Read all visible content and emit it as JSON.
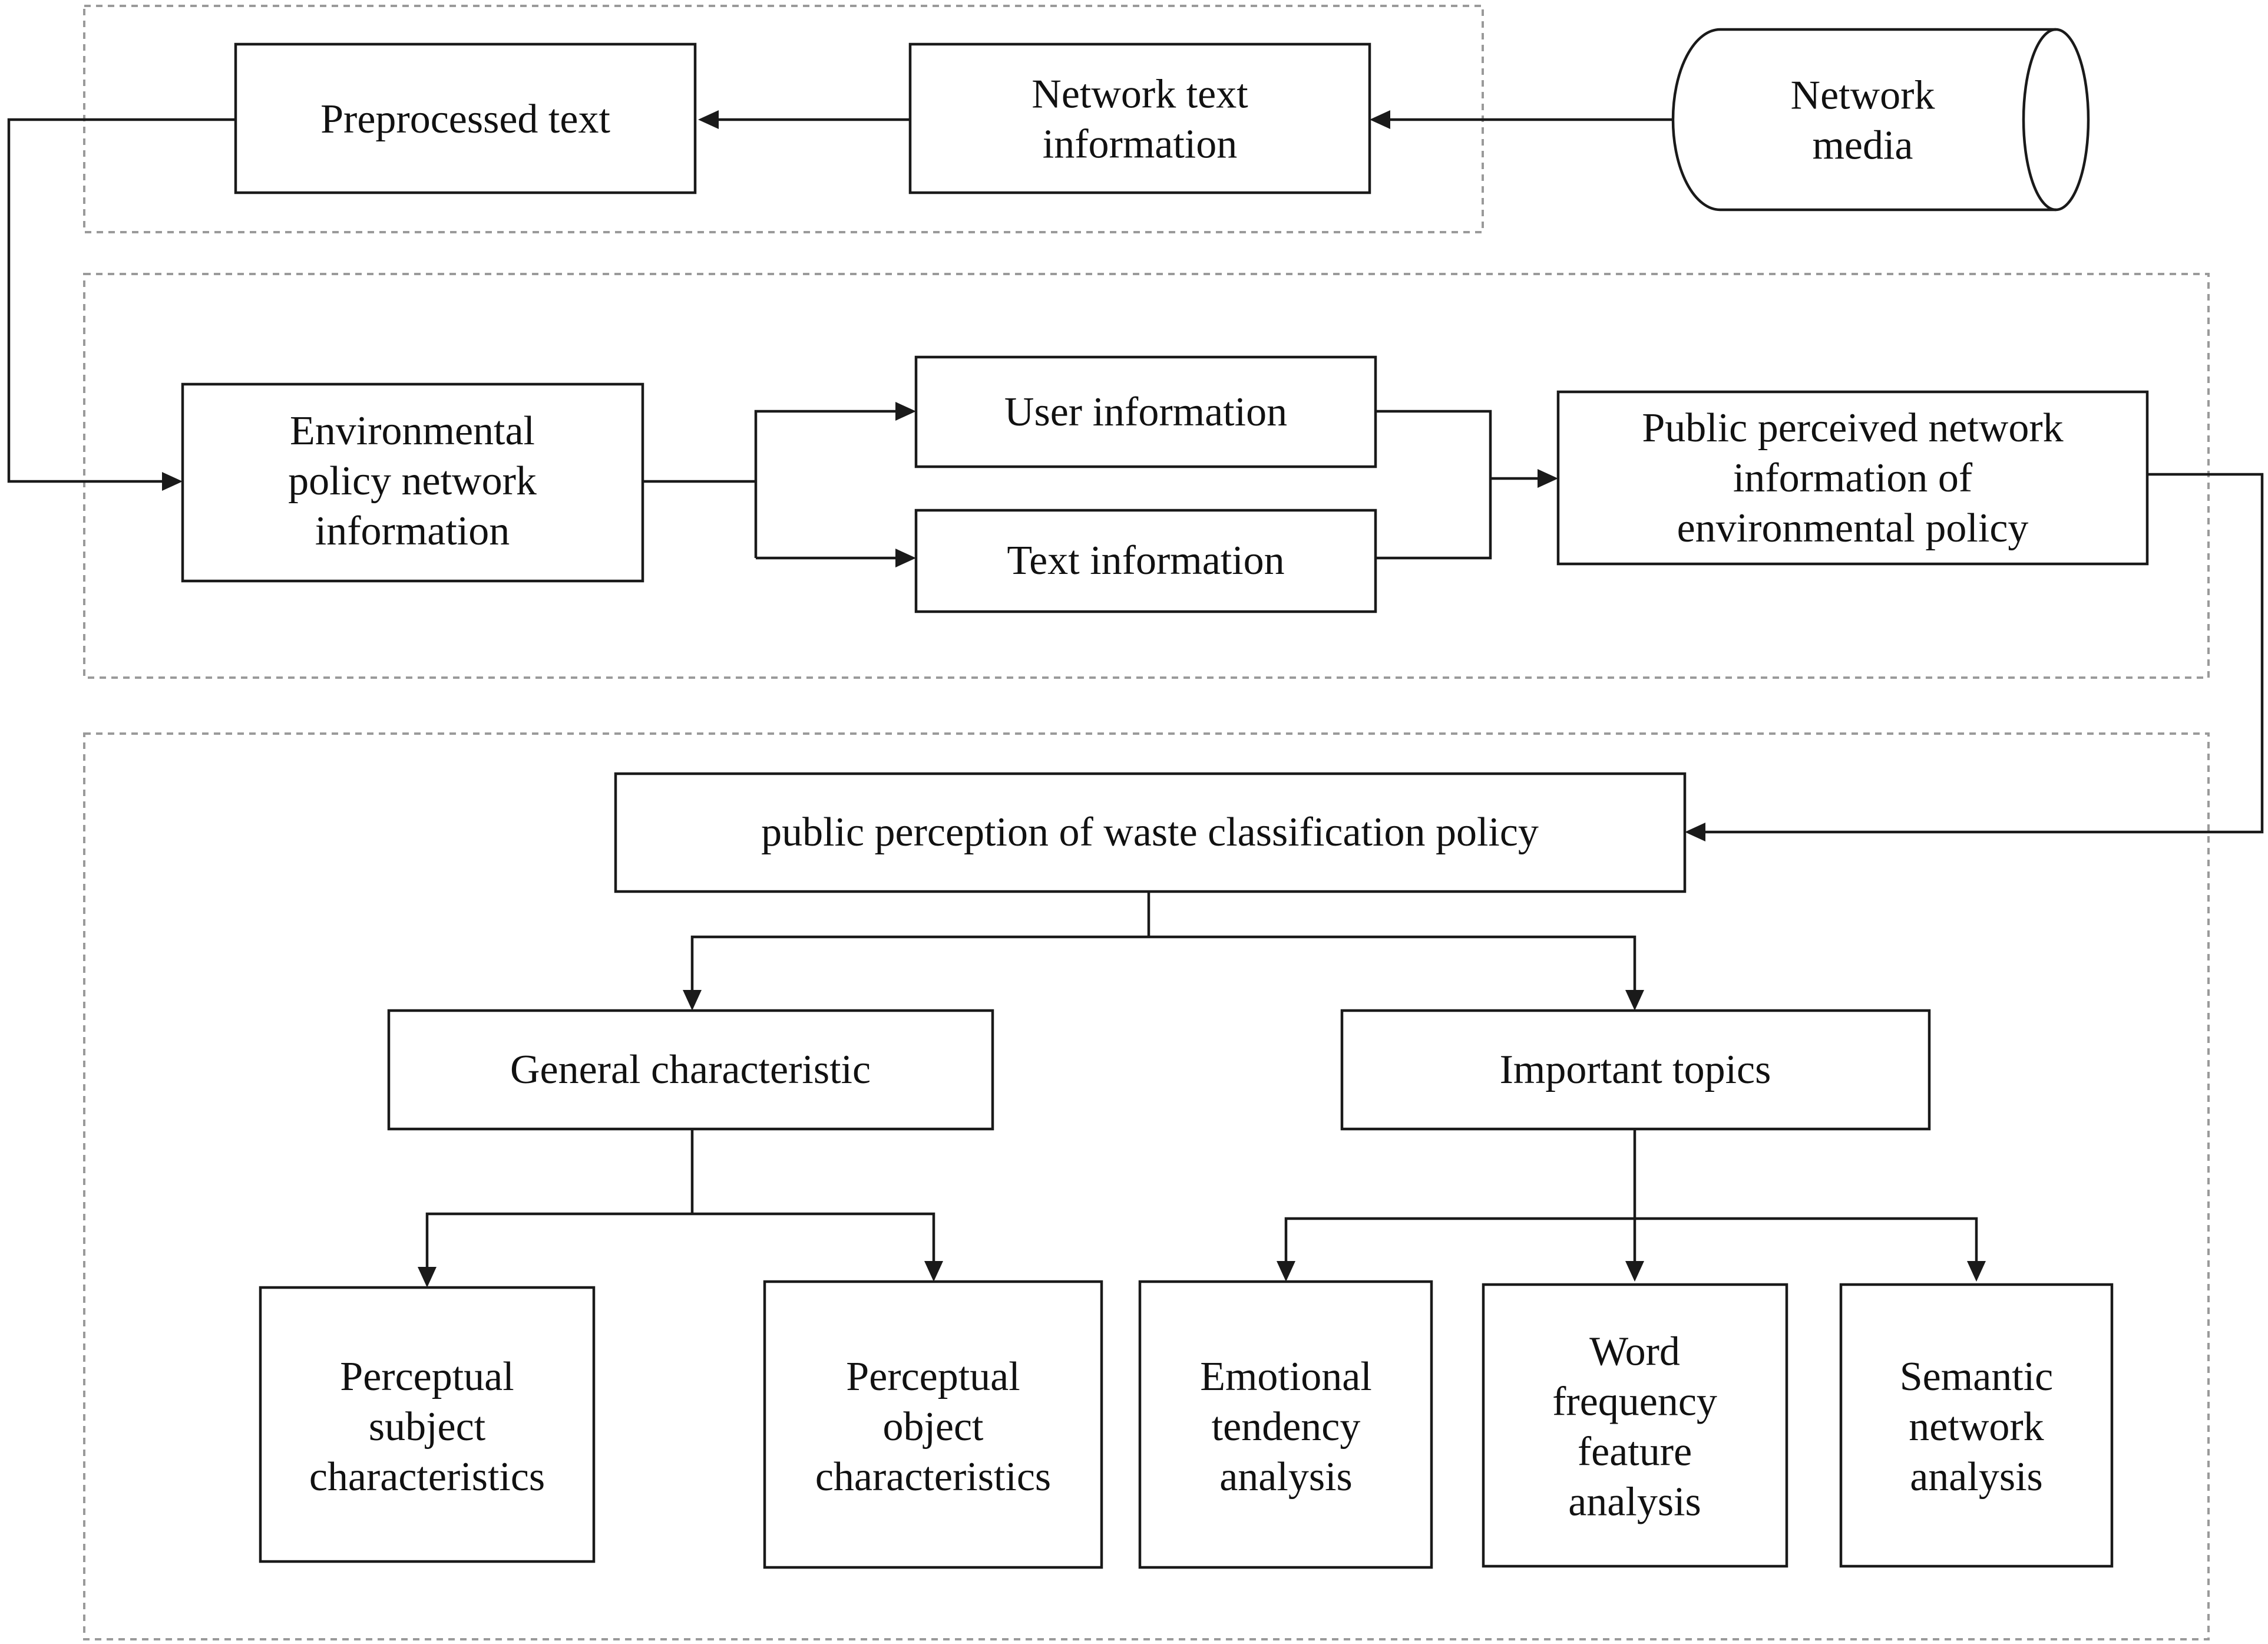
{
  "nodes": {
    "preprocessed_text": [
      "Preprocessed text"
    ],
    "network_text_information": [
      "Network text",
      "information"
    ],
    "network_media": [
      "Network",
      "media"
    ],
    "environmental_policy_network_information": [
      "Environmental",
      "policy network",
      "information"
    ],
    "user_information": [
      "User information"
    ],
    "text_information": [
      "Text information"
    ],
    "public_perceived_network_information": [
      "Public perceived network",
      "information of",
      "environmental  policy"
    ],
    "public_perception_waste_policy": [
      "public perception of waste classification policy"
    ],
    "general_characteristic": [
      "General characteristic"
    ],
    "important_topics": [
      "Important topics"
    ],
    "perceptual_subject_characteristics": [
      "Perceptual",
      "subject",
      "characteristics"
    ],
    "perceptual_object_characteristics": [
      "Perceptual",
      "object",
      "characteristics"
    ],
    "emotional_tendency_analysis": [
      "Emotional",
      "tendency",
      "analysis"
    ],
    "word_frequency_feature_analysis": [
      "Word",
      "frequency",
      "feature",
      "analysis"
    ],
    "semantic_network_analysis": [
      "Semantic",
      "network",
      "analysis"
    ]
  }
}
